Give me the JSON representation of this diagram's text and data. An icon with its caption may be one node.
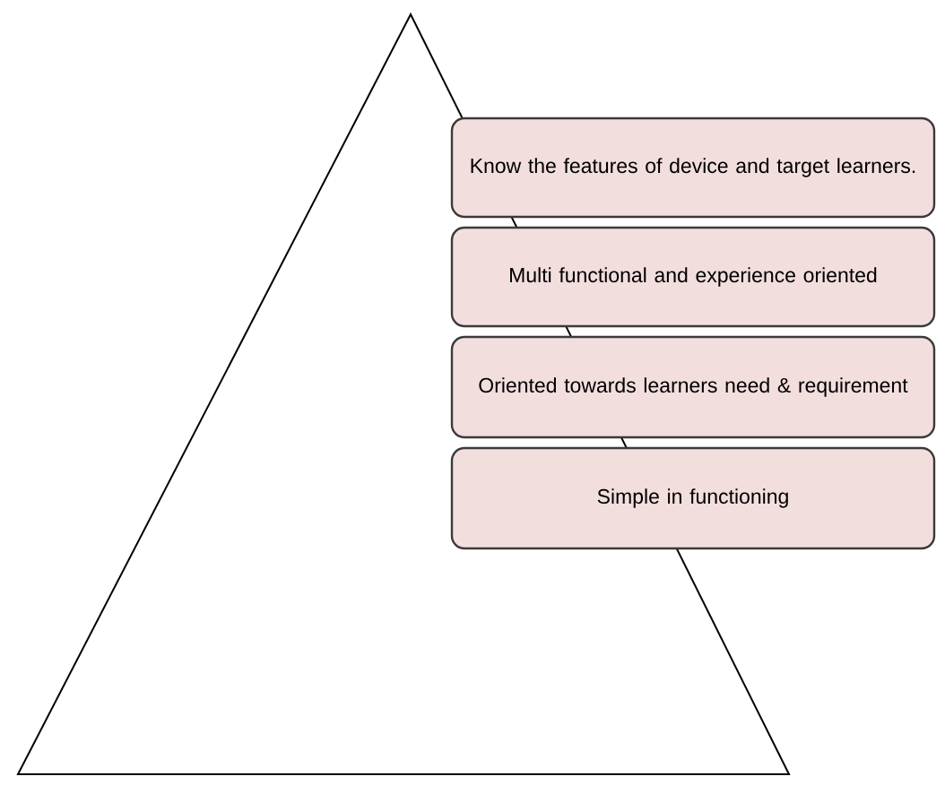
{
  "diagram": {
    "nodes": [
      {
        "text": [],
        "shape": "triangle"
      },
      {
        "text": [
          "Know the features of device and target learners."
        ]
      },
      {
        "text": [
          "Multi functional and experience oriented"
        ]
      },
      {
        "text": [
          "Oriented towards learners need & requirement"
        ]
      },
      {
        "text": [
          "Simple in functioning"
        ]
      }
    ]
  }
}
